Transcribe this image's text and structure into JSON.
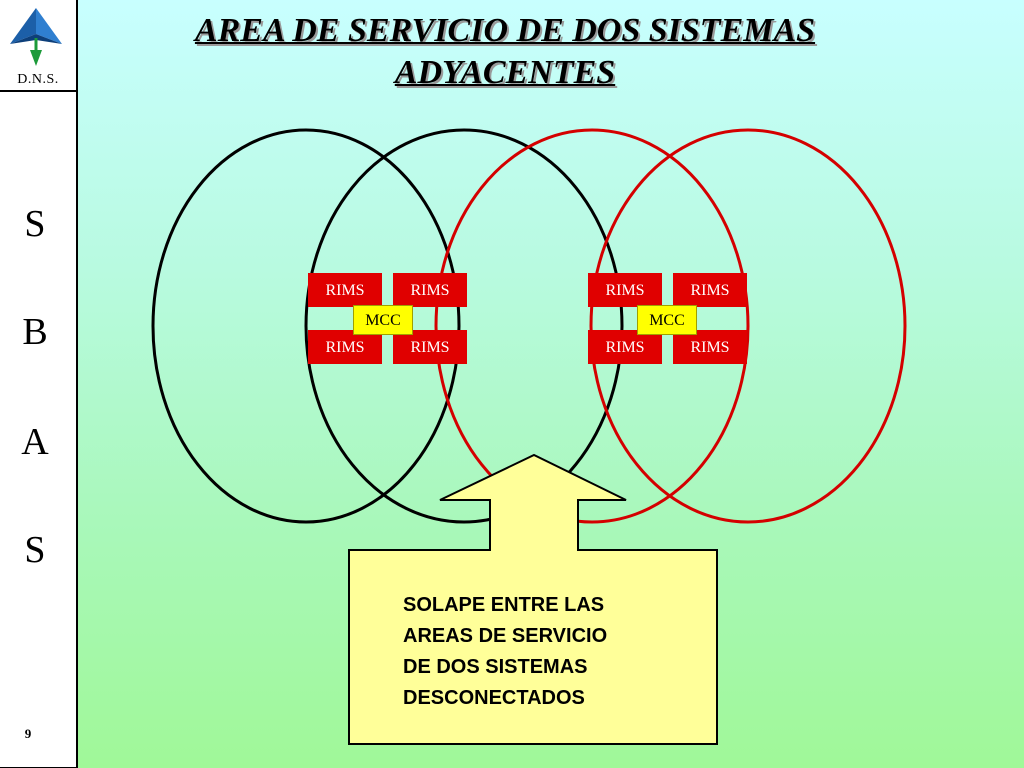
{
  "sidebar": {
    "logo_label": "D.N.S.",
    "letters": [
      "S",
      "B",
      "A",
      "S"
    ],
    "page_number": "9"
  },
  "title": {
    "line1": "AREA DE SERVICIO DE DOS SISTEMAS ",
    "line2": "ADYACENTES"
  },
  "colors": {
    "system1_circle": "#000000",
    "system2_circle": "#d40000",
    "rims_fill": "#e00000",
    "mcc_fill": "#ffff00",
    "callout_fill": "#ffff99"
  },
  "system1": {
    "rims_labels": [
      "RIMS",
      "RIMS",
      "RIMS",
      "RIMS"
    ],
    "mcc_label": "MCC"
  },
  "system2": {
    "rims_labels": [
      "RIMS",
      "RIMS",
      "RIMS",
      "RIMS"
    ],
    "mcc_label": "MCC"
  },
  "callout": {
    "lines": [
      "SOLAPE ENTRE LAS",
      "AREAS DE SERVICIO",
      "DE DOS SISTEMAS",
      "DESCONECTADOS"
    ]
  }
}
